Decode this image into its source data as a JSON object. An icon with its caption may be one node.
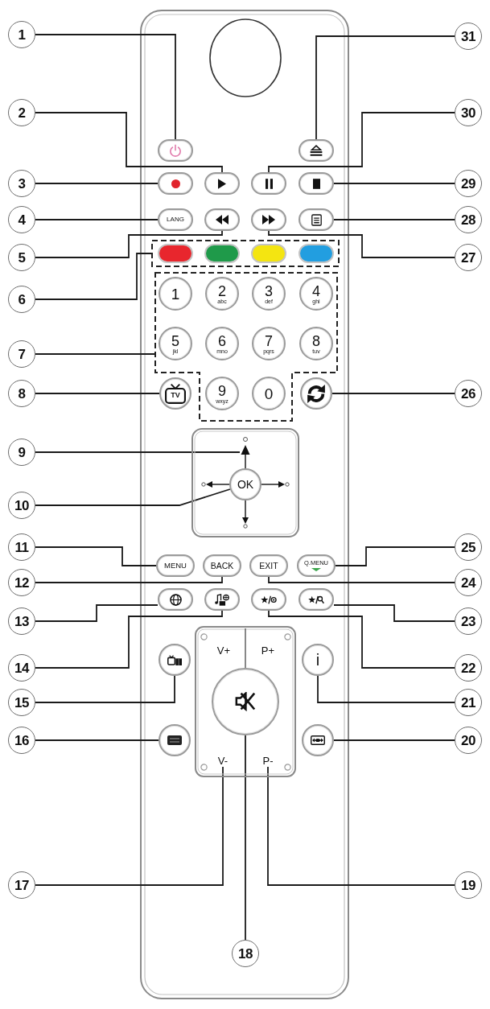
{
  "diagram": {
    "nodes": [
      {
        "text": [
          "1"
        ]
      },
      {
        "text": [
          "31"
        ]
      },
      {
        "text": [
          "2"
        ]
      },
      {
        "text": [
          "30"
        ]
      },
      {
        "text": [],
        "shape": "button"
      },
      {
        "text": [],
        "shape": "button"
      },
      {
        "text": [
          "3"
        ]
      },
      {
        "text": [],
        "shape": "button"
      },
      {
        "text": [],
        "shape": "button"
      },
      {
        "text": [],
        "shape": "button"
      },
      {
        "text": [],
        "shape": "button"
      },
      {
        "text": [
          "29"
        ]
      },
      {
        "text": [
          "4"
        ]
      },
      {
        "text": [
          "LANG"
        ]
      },
      {
        "text": [],
        "shape": "button"
      },
      {
        "text": [],
        "shape": "button"
      },
      {
        "text": [],
        "shape": "button"
      },
      {
        "text": [
          "28"
        ]
      },
      {
        "text": [],
        "shape": "box"
      },
      {
        "text": [],
        "shape": "button",
        "in": 18
      },
      {
        "text": [],
        "shape": "button",
        "in": 18
      },
      {
        "text": [],
        "shape": "button",
        "in": 18
      },
      {
        "text": [],
        "shape": "button",
        "in": 18
      },
      {
        "text": [
          "5"
        ]
      },
      {
        "text": [
          "27"
        ]
      },
      {
        "text": [
          "6"
        ]
      },
      {
        "text": [],
        "shape": "box"
      },
      {
        "text": [
          "1"
        ],
        "in": 26
      },
      {
        "text": [
          "2",
          "abc"
        ],
        "in": 26
      },
      {
        "text": [
          "3",
          "def"
        ],
        "in": 26
      },
      {
        "text": [
          "4",
          "ghi"
        ],
        "in": 26
      },
      {
        "text": [
          "5",
          "jkl"
        ],
        "in": 26
      },
      {
        "text": [
          "6",
          "mno"
        ],
        "in": 26
      },
      {
        "text": [
          "7",
          "pqrs"
        ],
        "in": 26
      },
      {
        "text": [
          "8",
          "tuv"
        ],
        "in": 26
      },
      {
        "text": [
          "9",
          "wxyz"
        ],
        "in": 26
      },
      {
        "text": [
          "0"
        ],
        "in": 26
      },
      {
        "text": [
          "7"
        ]
      },
      {
        "text": [
          "8"
        ]
      },
      {
        "text": [
          "TV"
        ]
      },
      {
        "text": [],
        "shape": "circle"
      },
      {
        "text": [
          "26"
        ]
      },
      {
        "text": [],
        "shape": "box"
      },
      {
        "text": [],
        "shape": "arrow",
        "in": 42
      },
      {
        "text": [
          "OK"
        ],
        "in": 42
      },
      {
        "text": [
          "9"
        ]
      },
      {
        "text": [
          "10"
        ]
      },
      {
        "text": [
          "11"
        ]
      },
      {
        "text": [
          "MENU"
        ]
      },
      {
        "text": [
          "BACK"
        ]
      },
      {
        "text": [
          "EXIT"
        ]
      },
      {
        "text": [
          "Q.MENU"
        ]
      },
      {
        "text": [
          "25"
        ]
      },
      {
        "text": [
          "12"
        ]
      },
      {
        "text": [
          "24"
        ]
      },
      {
        "text": [],
        "shape": "button"
      },
      {
        "text": [],
        "shape": "button"
      },
      {
        "text": [],
        "shape": "button"
      },
      {
        "text": [],
        "shape": "button"
      },
      {
        "text": [
          "13"
        ]
      },
      {
        "text": [
          "23"
        ]
      },
      {
        "text": [
          "V+",
          "P+"
        ]
      },
      {
        "text": [],
        "shape": "circle",
        "in": 61
      },
      {
        "text": [
          "V-"
        ],
        "in": 61
      },
      {
        "text": [
          "P-"
        ],
        "in": 61
      },
      {
        "text": [
          "14"
        ]
      },
      {
        "text": [],
        "shape": "circle"
      },
      {
        "text": [
          "i"
        ]
      },
      {
        "text": [
          "22"
        ]
      },
      {
        "text": [
          "15"
        ]
      },
      {
        "text": [
          "21"
        ]
      },
      {
        "text": [],
        "shape": "circle"
      },
      {
        "text": [],
        "shape": "circle"
      },
      {
        "text": [
          "16"
        ]
      },
      {
        "text": [
          "20"
        ]
      },
      {
        "text": [
          "17"
        ]
      },
      {
        "text": [
          "19"
        ]
      },
      {
        "text": [
          "18"
        ]
      }
    ],
    "edges": [
      {
        "from": 0,
        "to": 4,
        "arrow": "none"
      },
      {
        "from": 1,
        "to": 5,
        "arrow": "none"
      },
      {
        "from": 2,
        "to": 8,
        "arrow": "none"
      },
      {
        "from": 3,
        "to": 9,
        "arrow": "none"
      },
      {
        "from": 6,
        "to": 7,
        "arrow": "none"
      },
      {
        "from": 11,
        "to": 10,
        "arrow": "none"
      },
      {
        "from": 12,
        "to": 13,
        "arrow": "none"
      },
      {
        "from": 17,
        "to": 16,
        "arrow": "none"
      },
      {
        "from": 23,
        "to": 14,
        "arrow": "none"
      },
      {
        "from": 24,
        "to": 15,
        "arrow": "none"
      },
      {
        "from": 25,
        "to": 18,
        "arrow": "none"
      },
      {
        "from": 37,
        "to": 26,
        "arrow": "none"
      },
      {
        "from": 38,
        "to": 39,
        "arrow": "none"
      },
      {
        "from": 41,
        "to": 40,
        "arrow": "none"
      },
      {
        "from": 45,
        "to": 43,
        "arrow": "none"
      },
      {
        "from": 46,
        "to": 44,
        "arrow": "none"
      },
      {
        "from": 47,
        "to": 48,
        "arrow": "none"
      },
      {
        "from": 52,
        "to": 51,
        "arrow": "none"
      },
      {
        "from": 53,
        "to": 49,
        "arrow": "none"
      },
      {
        "from": 54,
        "to": 50,
        "arrow": "none"
      },
      {
        "from": 59,
        "to": 55,
        "arrow": "none"
      },
      {
        "from": 60,
        "to": 58,
        "arrow": "none"
      },
      {
        "from": 65,
        "to": 56,
        "arrow": "none"
      },
      {
        "from": 68,
        "to": 57,
        "arrow": "none"
      },
      {
        "from": 69,
        "to": 66,
        "arrow": "none"
      },
      {
        "from": 70,
        "to": 67,
        "arrow": "none"
      },
      {
        "from": 73,
        "to": 71,
        "arrow": "none"
      },
      {
        "from": 74,
        "to": 72,
        "arrow": "none"
      },
      {
        "from": 75,
        "to": 63,
        "arrow": "none"
      },
      {
        "from": 76,
        "to": 64,
        "arrow": "none"
      },
      {
        "from": 77,
        "to": 62,
        "arrow": "none"
      }
    ]
  }
}
